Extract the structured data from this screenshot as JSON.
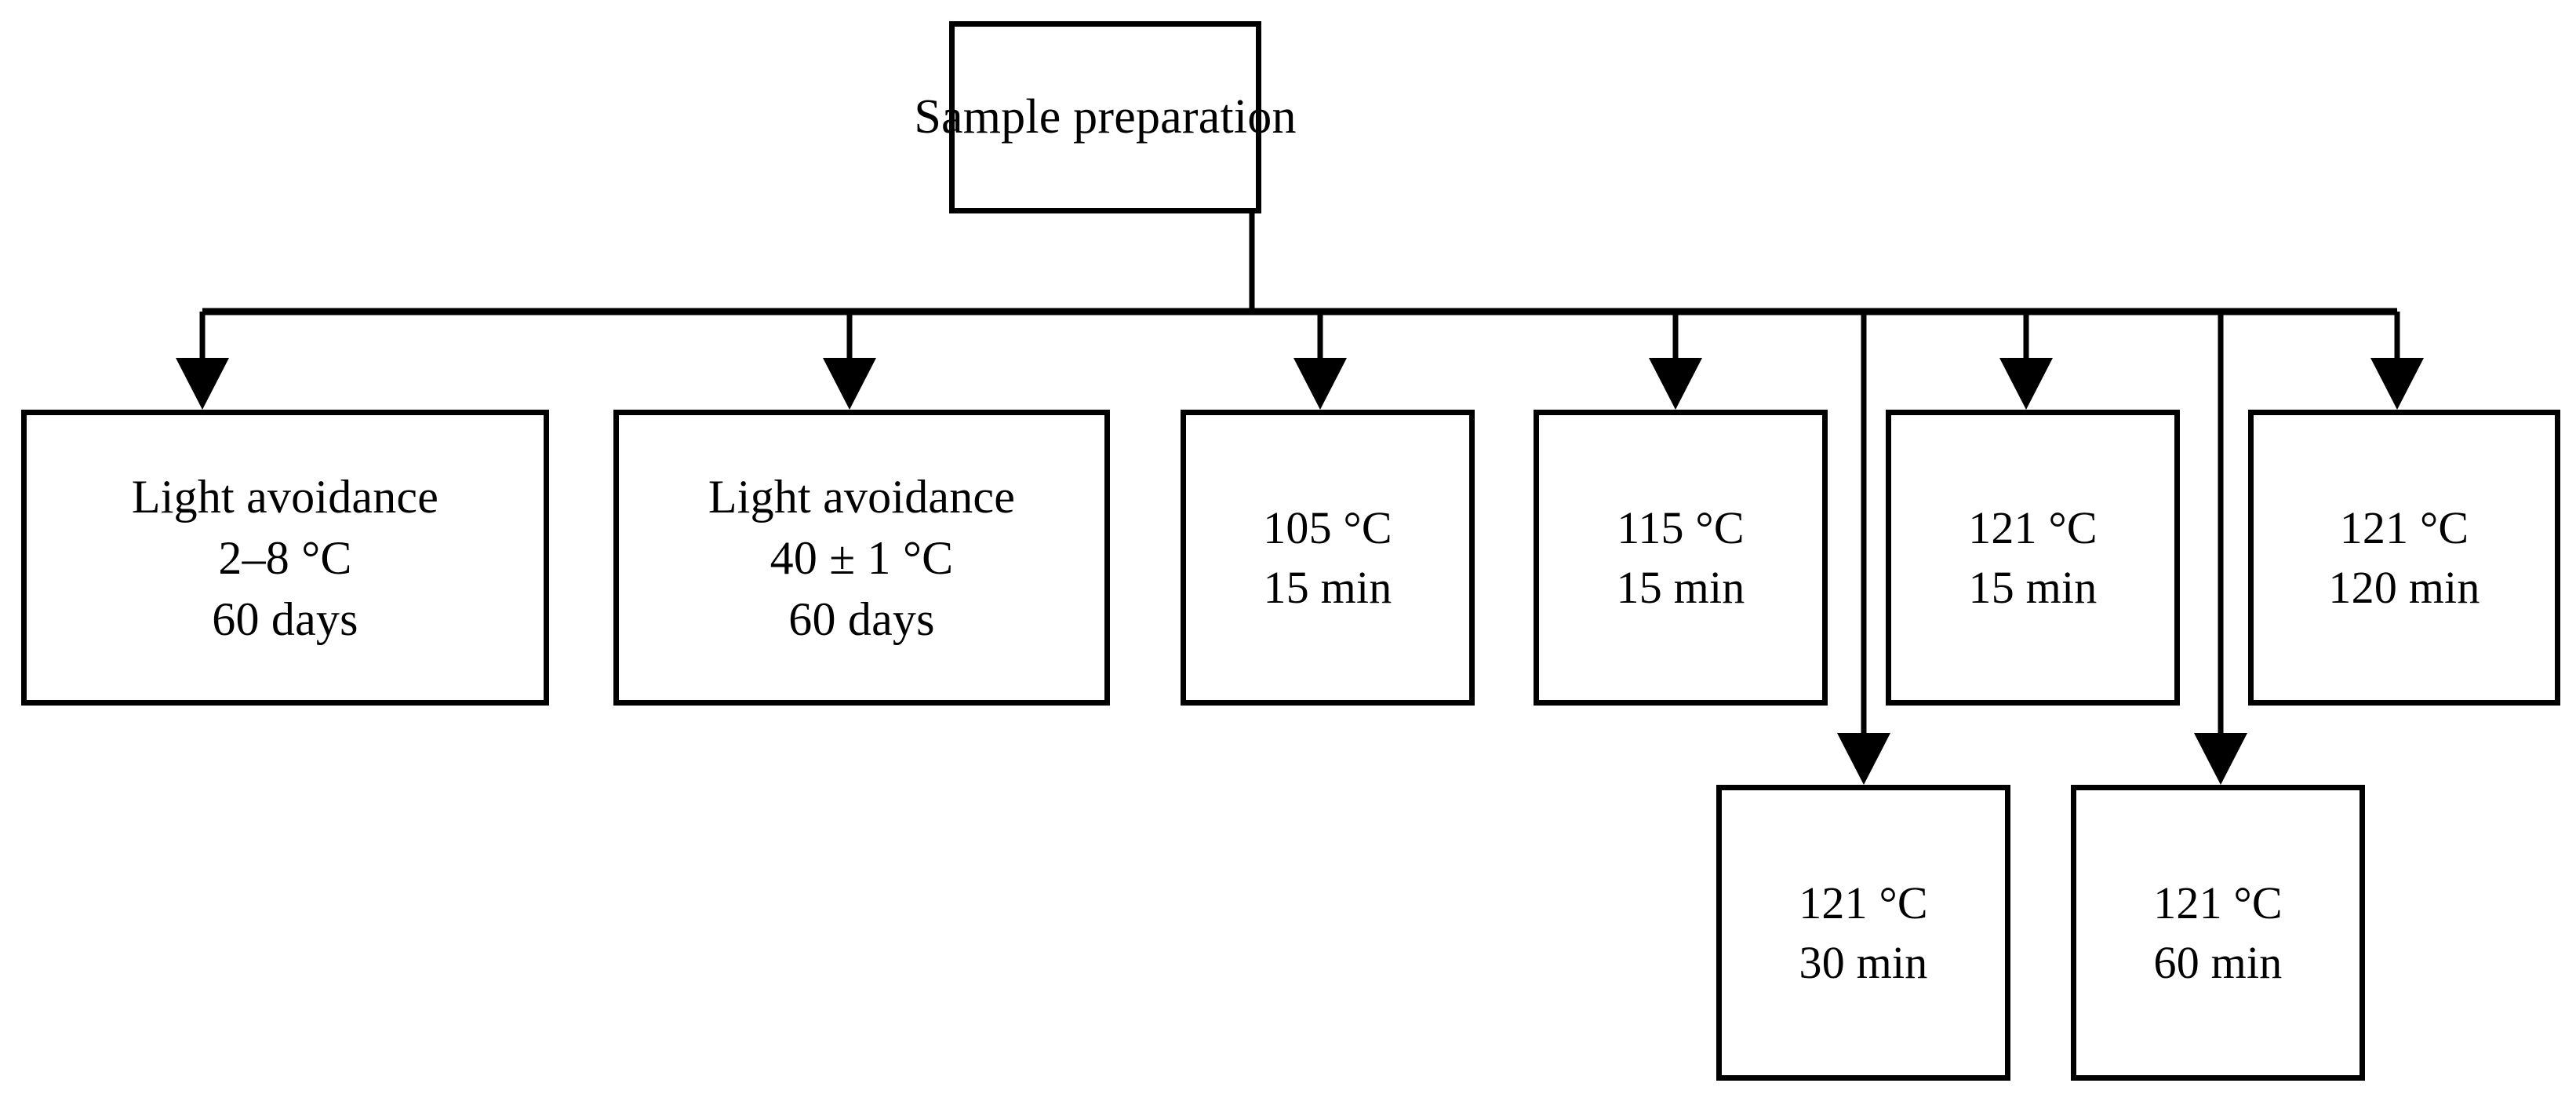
{
  "diagram": {
    "title": "Sample preparation stability / sterilization study flowchart",
    "type": "flowchart",
    "orientation": "top-down",
    "line_color": "#000000",
    "background_color": "#ffffff",
    "text_color": "#000000",
    "root": {
      "id": "sample-preparation",
      "lines": [
        "Sample preparation"
      ]
    },
    "branches": [
      {
        "id": "light-avoidance-cold",
        "lines": [
          "Light avoidance",
          "2–8 °C",
          "60 days"
        ],
        "temperature": "2–8 °C",
        "duration": "60 days",
        "condition": "Light avoidance"
      },
      {
        "id": "light-avoidance-warm",
        "lines": [
          "Light avoidance",
          "40 ± 1 °C",
          "60 days"
        ],
        "temperature": "40 ± 1 °C",
        "duration": "60 days",
        "condition": "Light avoidance"
      },
      {
        "id": "heat-105-15",
        "lines": [
          "105 °C",
          "15 min"
        ],
        "temperature": "105 °C",
        "duration": "15 min"
      },
      {
        "id": "heat-115-15",
        "lines": [
          "115 °C",
          "15 min"
        ],
        "temperature": "115 °C",
        "duration": "15 min"
      },
      {
        "id": "heat-121-15",
        "lines": [
          "121 °C",
          "15 min"
        ],
        "temperature": "121 °C",
        "duration": "15 min"
      },
      {
        "id": "heat-121-120",
        "lines": [
          "121 °C",
          "120 min"
        ],
        "temperature": "121 °C",
        "duration": "120 min"
      },
      {
        "id": "heat-121-30",
        "lines": [
          "121 °C",
          "30 min"
        ],
        "temperature": "121 °C",
        "duration": "30 min"
      },
      {
        "id": "heat-121-60",
        "lines": [
          "121 °C",
          "60 min"
        ],
        "temperature": "121 °C",
        "duration": "60 min"
      }
    ]
  }
}
